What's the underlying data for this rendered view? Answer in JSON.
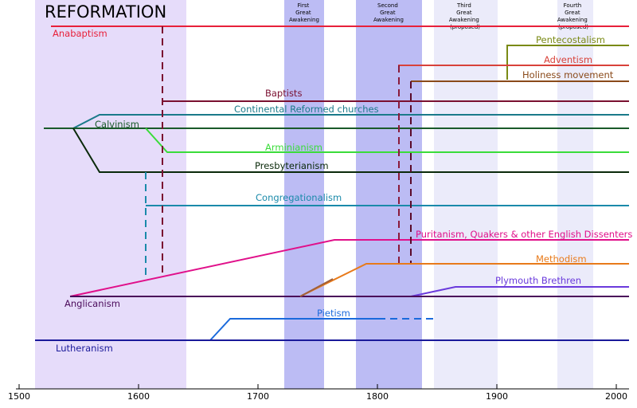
{
  "title": "REFORMATION",
  "axis_ticks": [
    "1500",
    "1600",
    "1700",
    "1800",
    "1900",
    "2000"
  ],
  "bands": [
    {
      "id": "reformation",
      "label_lines": [],
      "color": "#e6dcfa"
    },
    {
      "id": "first",
      "label_lines": [
        "First",
        "Great",
        "Awakening"
      ],
      "color": "#bcbcf4"
    },
    {
      "id": "second",
      "label_lines": [
        "Second",
        "Great",
        "Awakening"
      ],
      "color": "#bcbcf4"
    },
    {
      "id": "third",
      "label_lines": [
        "Third",
        "Great",
        "Awakening",
        "(proposed)"
      ],
      "color": "#ebebfa"
    },
    {
      "id": "fourth",
      "label_lines": [
        "Fourth",
        "Great",
        "Awakening",
        "(proposed)"
      ],
      "color": "#ebebfa"
    }
  ],
  "movements": {
    "anabaptism": {
      "label": "Anabaptism",
      "color": "#e8203a"
    },
    "pentecostalism": {
      "label": "Pentecostalism",
      "color": "#7a8a14"
    },
    "adventism": {
      "label": "Adventism",
      "color": "#d8423a"
    },
    "holiness": {
      "label": "Holiness movement",
      "color": "#8a4a1a"
    },
    "baptists": {
      "label": "Baptists",
      "color": "#7a1030"
    },
    "continental": {
      "label": "Continental Reformed churches",
      "color": "#1a7a8a"
    },
    "calvinism": {
      "label": "Calvinism",
      "color": "#1a5a2a"
    },
    "arminianism": {
      "label": "Arminianism",
      "color": "#3adc3a"
    },
    "presbyterianism": {
      "label": "Presbyterianism",
      "color": "#0a2a0a"
    },
    "congregationalism": {
      "label": "Congregationalism",
      "color": "#1a8aaa"
    },
    "puritanism": {
      "label": "Puritanism, Quakers & other English Dissenters",
      "color": "#e0108a"
    },
    "methodism": {
      "label": "Methodism",
      "color": "#e87a1a"
    },
    "plymouth": {
      "label": "Plymouth Brethren",
      "color": "#6a3adc"
    },
    "anglicanism": {
      "label": "Anglicanism",
      "color": "#4a0a5a"
    },
    "pietism": {
      "label": "Pietism",
      "color": "#1a6adc"
    },
    "lutheranism": {
      "label": "Lutheranism",
      "color": "#1a1a9a"
    }
  }
}
